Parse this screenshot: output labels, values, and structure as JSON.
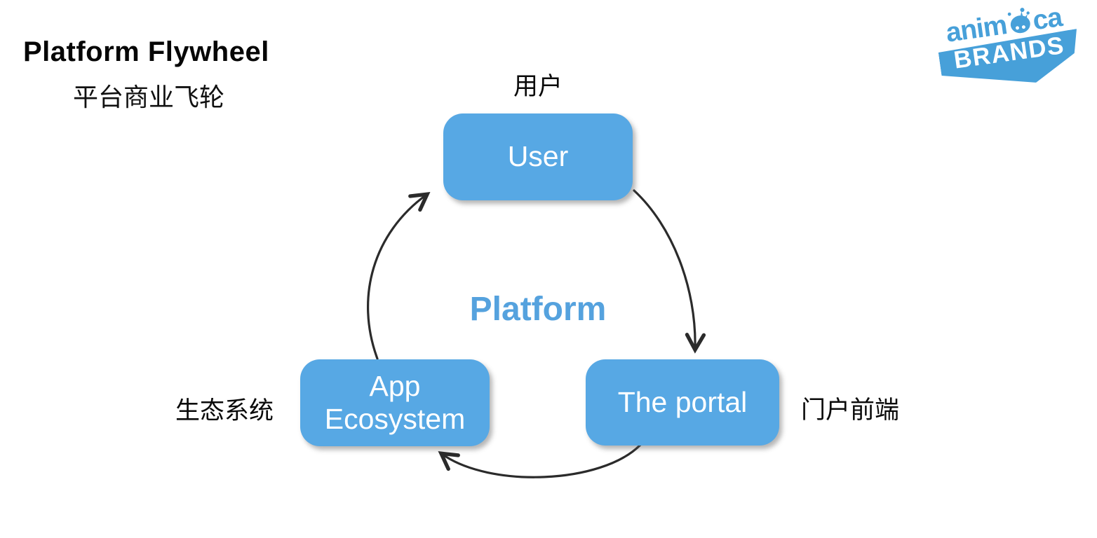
{
  "slide": {
    "title": "Platform Flywheel",
    "subtitle": "平台商业飞轮"
  },
  "logo": {
    "name": "Animoca Brands",
    "word_left": "anim",
    "word_right": "ca",
    "banner": "BRANDS",
    "blue": "#47A0D9"
  },
  "flywheel": {
    "center_label": "Platform",
    "nodes": {
      "user": {
        "label": "User",
        "caption": "用户"
      },
      "portal": {
        "label": "The portal",
        "caption": "门户前端"
      },
      "ecosystem": {
        "label": "App Ecosystem",
        "caption": "生态系统"
      }
    },
    "edges": [
      {
        "from": "User",
        "to": "The portal"
      },
      {
        "from": "The portal",
        "to": "App Ecosystem"
      },
      {
        "from": "App Ecosystem",
        "to": "User"
      }
    ],
    "colors": {
      "node_fill": "#57A8E4",
      "node_text": "#FFFFFF",
      "center_text": "#55A2DE",
      "arrow": "#2B2B2B"
    }
  }
}
